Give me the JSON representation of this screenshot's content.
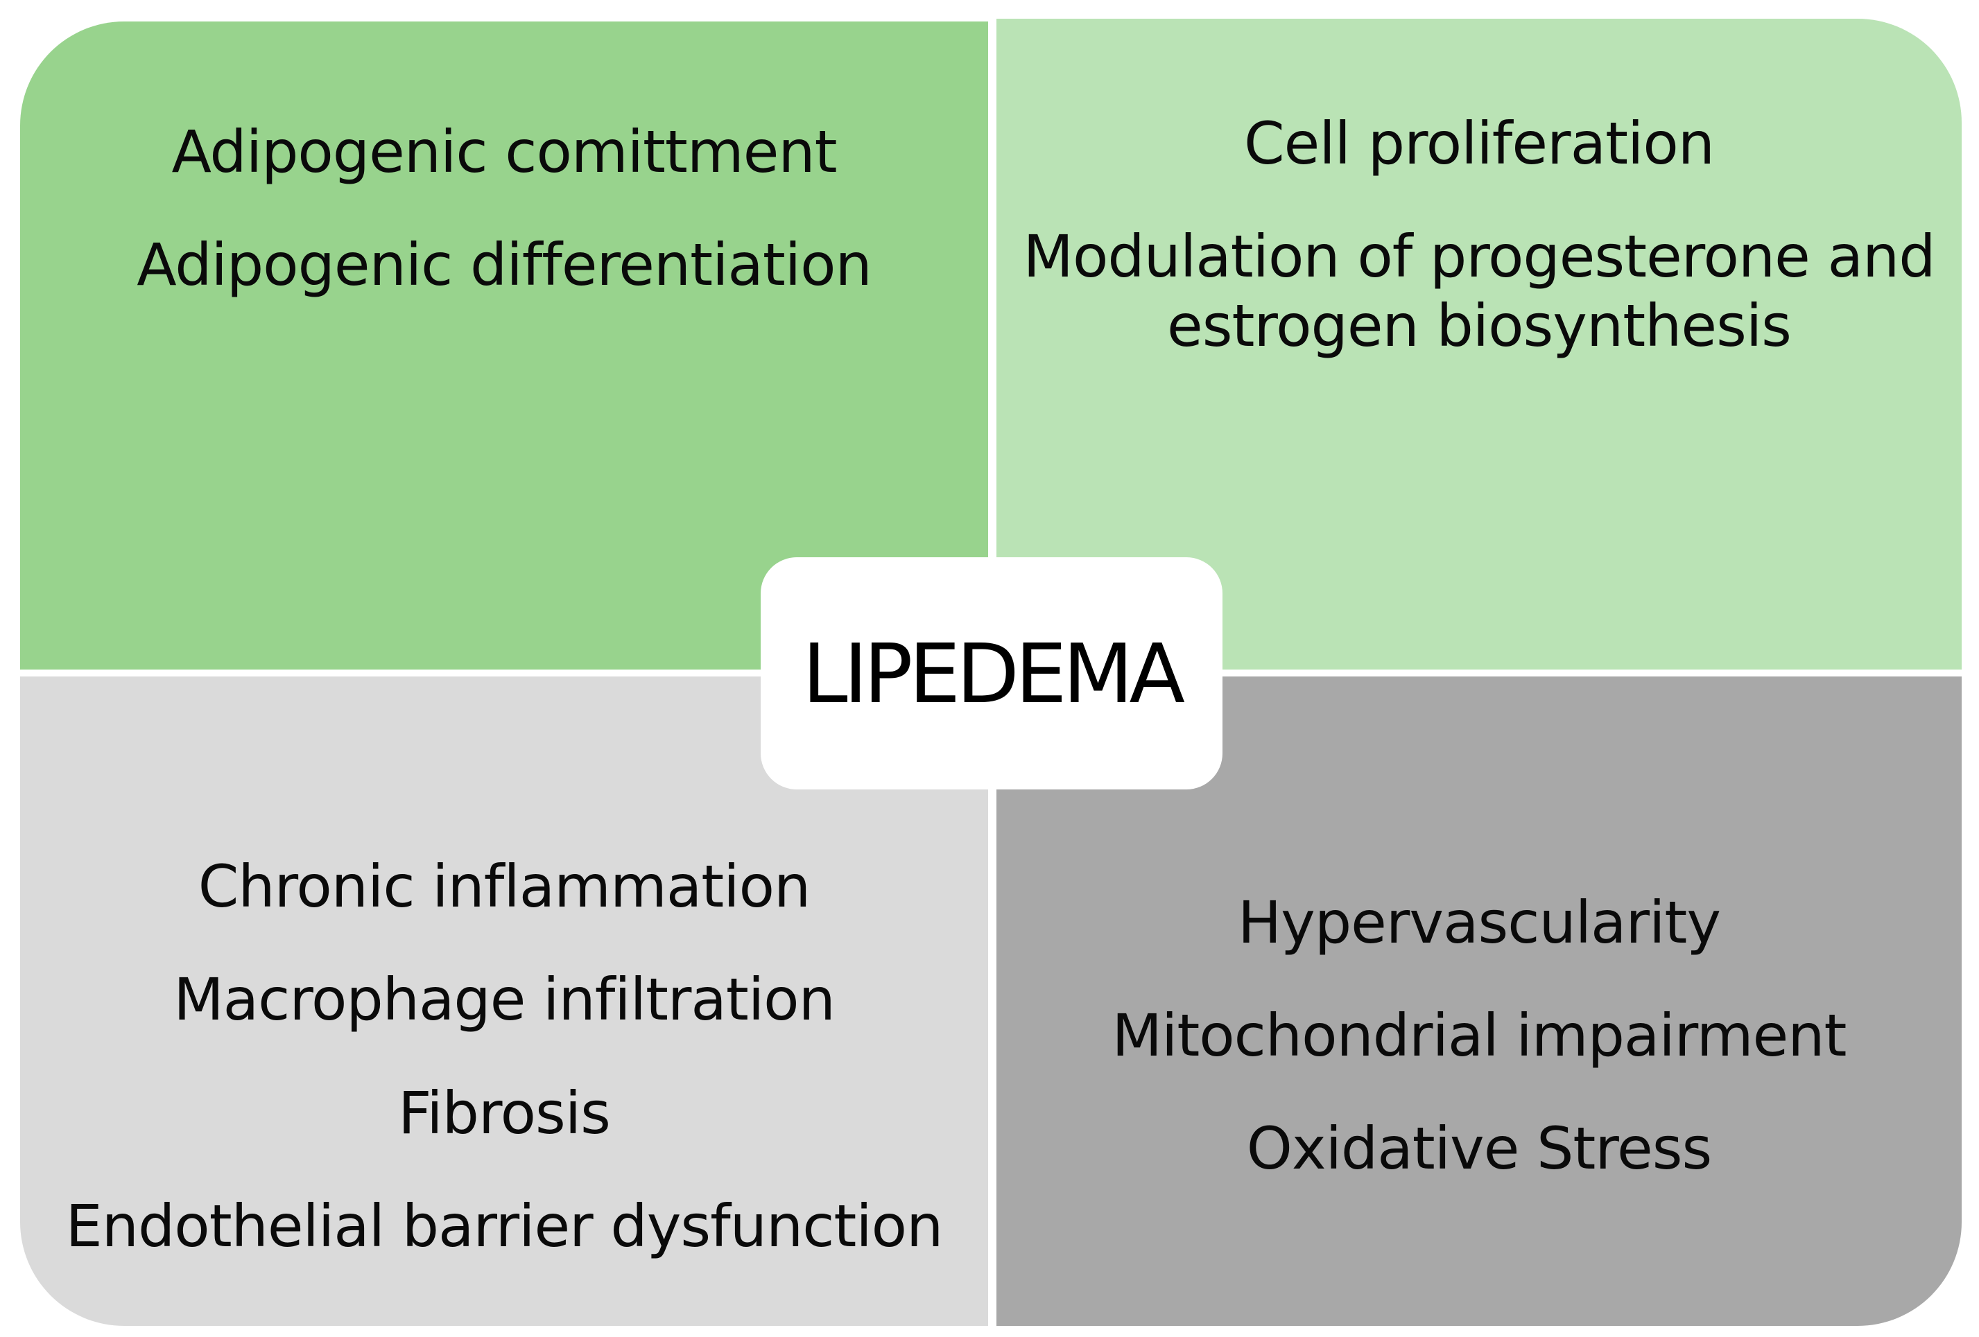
{
  "center": {
    "label": "LIPEDEMA"
  },
  "quadrants": {
    "top_left": {
      "color": "#98d38d",
      "lines": [
        "Adipogenic comittment",
        "Adipogenic differentiation"
      ]
    },
    "top_right": {
      "color": "#bae3b5",
      "lines": [
        "Cell proliferation",
        "Modulation of progesterone and\nestrogen biosynthesis"
      ]
    },
    "bottom_left": {
      "color": "#dadada",
      "lines": [
        "Chronic inflammation",
        "Macrophage infiltration",
        "Fibrosis",
        "Endothelial barrier dysfunction"
      ]
    },
    "bottom_right": {
      "color": "#a8a8a8",
      "lines": [
        "Hypervascularity",
        "Mitochondrial impairment",
        "Oxidative Stress"
      ]
    }
  }
}
